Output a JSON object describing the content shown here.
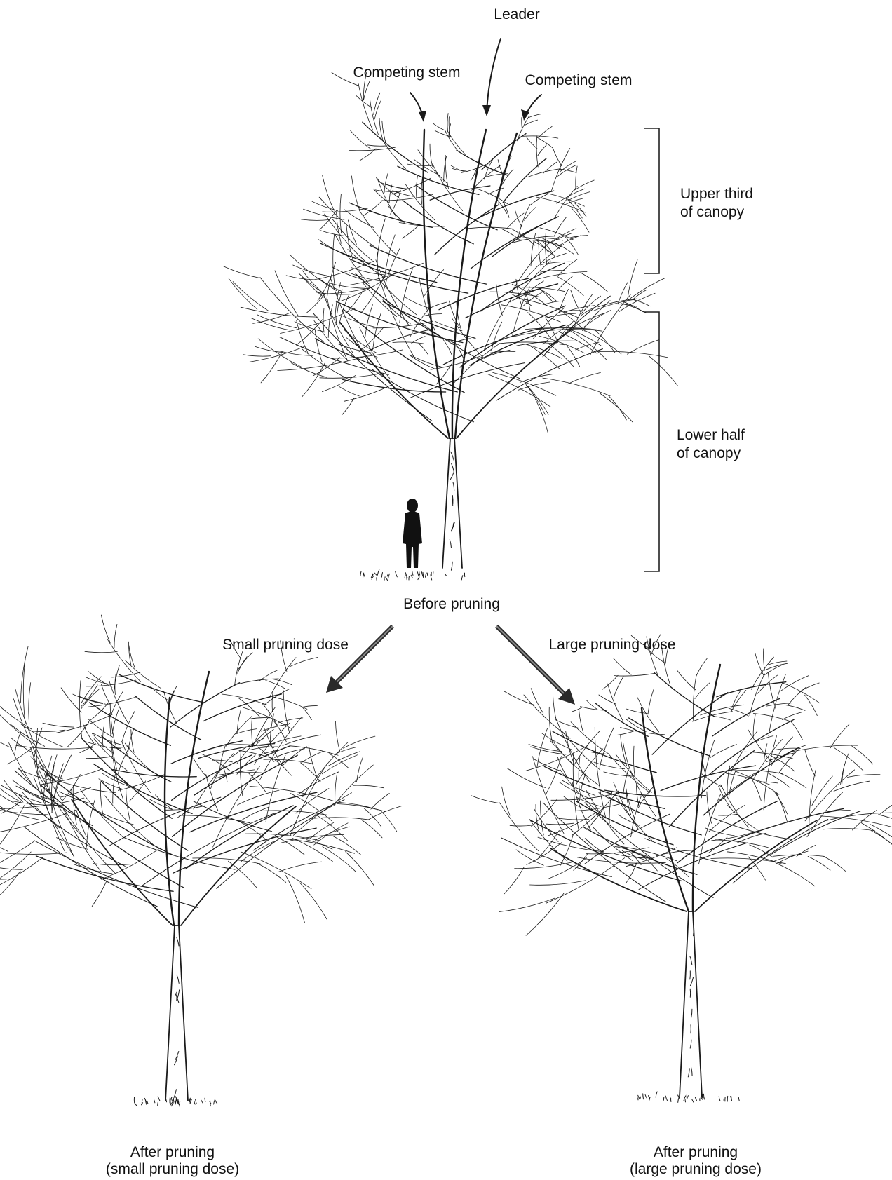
{
  "labels": {
    "leader": "Leader",
    "competing_left": "Competing stem",
    "competing_right": "Competing stem",
    "upper_1": "Upper third",
    "upper_2": "of canopy",
    "lower_1": "Lower half",
    "lower_2": "of canopy",
    "before": "Before pruning",
    "small_dose": "Small pruning dose",
    "large_dose": "Large pruning dose",
    "after_small_1": "After pruning",
    "after_small_2": "(small pruning dose)",
    "after_large_1": "After pruning",
    "after_large_2": "(large pruning dose)"
  },
  "colors": {
    "ink": "#1a1a1a",
    "arrow_fill": "#8a8a8a",
    "background": "#ffffff"
  },
  "icons": {
    "person": "person-silhouette-icon"
  }
}
